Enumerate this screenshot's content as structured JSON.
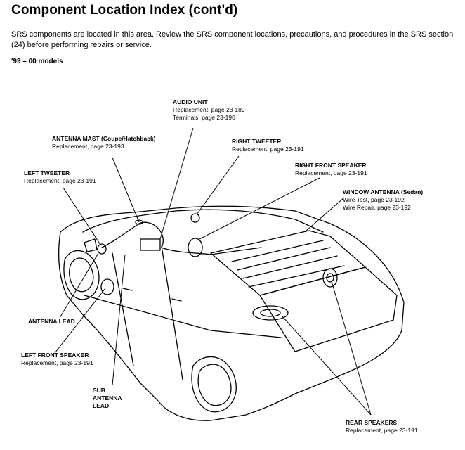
{
  "page": {
    "title": "Component Location Index (cont'd)",
    "intro": "SRS components are located in this area. Review the SRS component locations, precautions, and procedures in the SRS section (24) before performing repairs or service.",
    "models": "'99 – 00 models"
  },
  "labels": {
    "audio_unit": {
      "name": "AUDIO UNIT",
      "lines": [
        "Replacement, page 23-189",
        "Terminals, page 23-190"
      ]
    },
    "antenna_mast": {
      "name": "ANTENNA MAST (Coupe/Hatchback)",
      "lines": [
        "Replacement, page 23-193"
      ]
    },
    "right_tweeter": {
      "name": "RIGHT TWEETER",
      "lines": [
        "Replacement, page 23-191"
      ]
    },
    "left_tweeter": {
      "name": "LEFT TWEETER",
      "lines": [
        "Replacement, page 23-191"
      ]
    },
    "right_front_speaker": {
      "name": "RIGHT FRONT SPEAKER",
      "lines": [
        "Replacement, page 23-191"
      ]
    },
    "window_antenna": {
      "name": "WINDOW ANTENNA (Sedan)",
      "lines": [
        "Wire Test, page 23-192",
        "Wire Repair, page 23-192"
      ]
    },
    "antenna_lead": {
      "name": "ANTENNA LEAD",
      "lines": []
    },
    "left_front_speaker": {
      "name": "LEFT FRONT SPEAKER",
      "lines": [
        "Replacement, page 23-191"
      ]
    },
    "sub_antenna_lead": {
      "name": "SUB ANTENNA LEAD",
      "name_lines": [
        "SUB",
        "ANTENNA",
        "LEAD"
      ],
      "lines": []
    },
    "rear_speakers": {
      "name": "REAR SPEAKERS",
      "lines": [
        "Replacement, page 23-191"
      ]
    }
  }
}
